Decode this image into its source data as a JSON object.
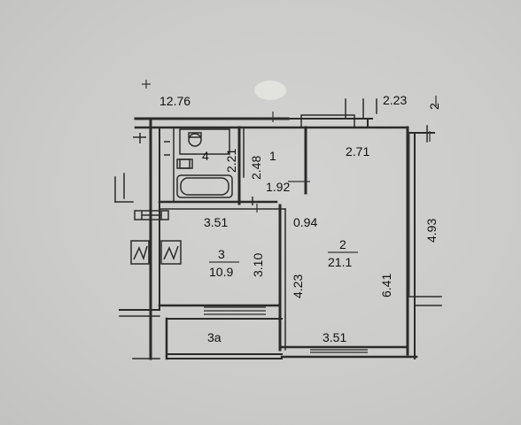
{
  "plan": {
    "overall_width": "12.76",
    "top_right_dim": "2.23",
    "top_right_cut": "2",
    "rooms": [
      {
        "id": "4",
        "dims": [
          "2.21"
        ]
      },
      {
        "id": "1",
        "dims": [
          "2.48",
          "1.92"
        ]
      },
      {
        "id": "3",
        "area": "10.9",
        "dims": [
          "3.51",
          "3.10"
        ]
      },
      {
        "id": "2",
        "area": "21.1",
        "dims": [
          "2.71",
          "0.94",
          "4.93",
          "4.23",
          "6.41",
          "3.51"
        ]
      },
      {
        "id": "3a"
      }
    ]
  },
  "colors": {
    "background": "#cbcbc9",
    "wall": "#2b2b2b",
    "line": "#3a3a3a"
  }
}
